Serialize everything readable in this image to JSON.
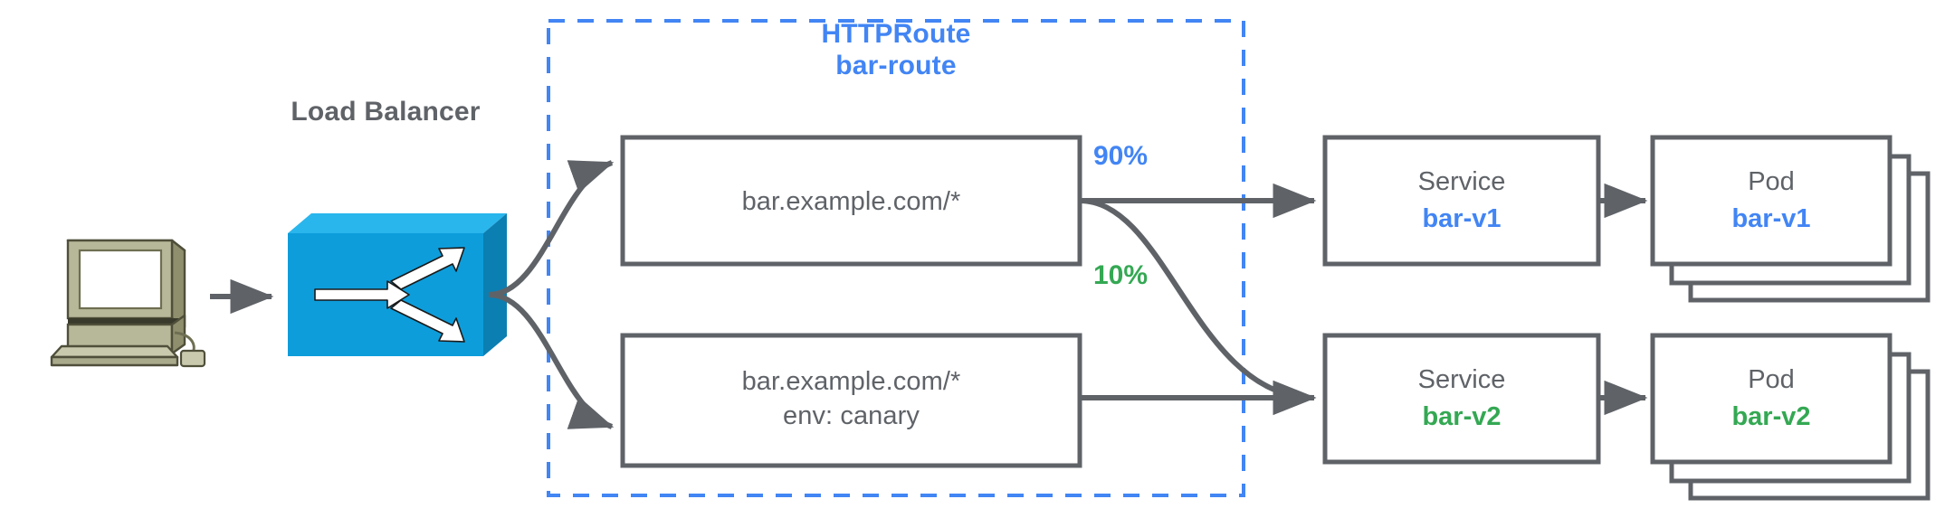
{
  "diagram": {
    "title_group": {
      "kind": "HTTPRoute",
      "name": "bar-route"
    },
    "client": {
      "icon": "desktop-computer-icon"
    },
    "load_balancer": {
      "label": "Load Balancer",
      "icon": "network-switch-icon"
    },
    "rules": [
      {
        "line1": "bar.example.com/*",
        "line2": ""
      },
      {
        "line1": "bar.example.com/*",
        "line2": "env: canary"
      }
    ],
    "weights": [
      {
        "label": "90%",
        "color": "#4285f4"
      },
      {
        "label": "10%",
        "color": "#34a853"
      }
    ],
    "services": [
      {
        "kind": "Service",
        "name": "bar-v1",
        "color": "#4285f4"
      },
      {
        "kind": "Service",
        "name": "bar-v2",
        "color": "#34a853"
      }
    ],
    "pods": [
      {
        "kind": "Pod",
        "name": "bar-v1",
        "color": "#4285f4",
        "replicas": 3
      },
      {
        "kind": "Pod",
        "name": "bar-v2",
        "color": "#34a853",
        "replicas": 3
      }
    ],
    "colors": {
      "accent_blue": "#4285f4",
      "accent_green": "#34a853",
      "stroke_gray": "#5f6368",
      "switch_front": "#0d9ddb",
      "switch_top": "#29b6ec",
      "switch_side": "#0b7fb2",
      "computer_body": "#b3b391",
      "background": "#ffffff"
    }
  }
}
